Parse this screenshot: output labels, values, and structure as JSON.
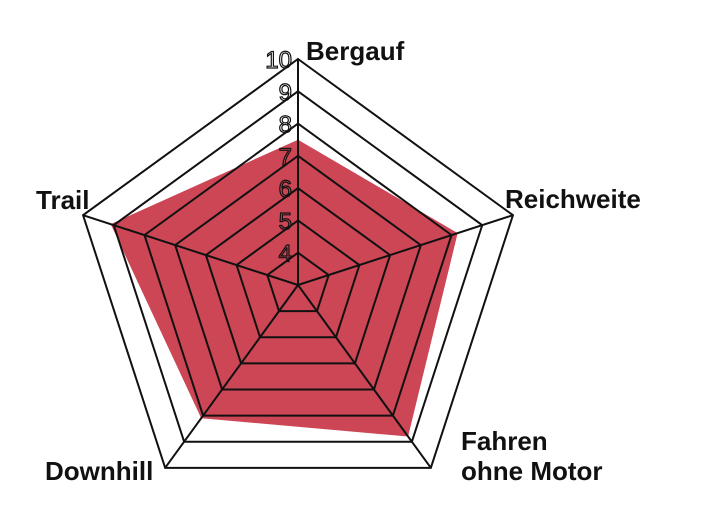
{
  "chart_data": {
    "type": "radar",
    "title": "",
    "axes": [
      "Bergauf",
      "Reichweite",
      "Fahren\nohne Motor",
      "Downhill",
      "Trail"
    ],
    "scale": {
      "min": 3,
      "max": 10,
      "ticks": [
        4,
        5,
        6,
        7,
        8,
        9,
        10
      ]
    },
    "series": [
      {
        "values": [
          7.5,
          8.2,
          8.8,
          8.1,
          9.1
        ],
        "color": "#cc4655"
      }
    ],
    "grid": true,
    "grid_color": "#111111"
  }
}
